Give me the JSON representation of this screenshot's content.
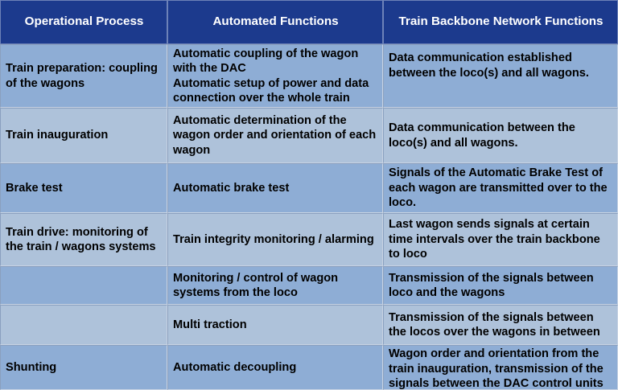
{
  "headers": [
    "Operational Process",
    "Automated Functions",
    "Train Backbone Network Functions"
  ],
  "rows": [
    {
      "process": "Train preparation: coupling of the wagons",
      "functions": "Automatic coupling of the wagon with the DAC\nAutomatic setup of power and data connection over the whole train",
      "network": "Data communication established between the loco(s) and all wagons."
    },
    {
      "process": "Train inauguration",
      "functions": "Automatic determination of the wagon order and orientation of each wagon",
      "network": "Data communication between the loco(s) and all wagons."
    },
    {
      "process": "Brake test",
      "functions": "Automatic brake test",
      "network": "Signals of the Automatic Brake Test of each wagon are transmitted over to the loco."
    },
    {
      "process": "Train drive: monitoring of the train / wagons systems",
      "functions": "Train integrity monitoring / alarming",
      "network": "Last wagon sends signals at certain time intervals over the train backbone to loco"
    },
    {
      "process": "",
      "functions": "Monitoring / control of wagon systems from the loco",
      "network": "Transmission of the signals between loco and the wagons"
    },
    {
      "process": "",
      "functions": "Multi traction",
      "network": "Transmission of the signals between the locos over the wagons in between"
    },
    {
      "process": "Shunting",
      "functions": "Automatic decoupling",
      "network": "Wagon order and orientation from the train inauguration, transmission of the signals between the DAC control units"
    }
  ]
}
